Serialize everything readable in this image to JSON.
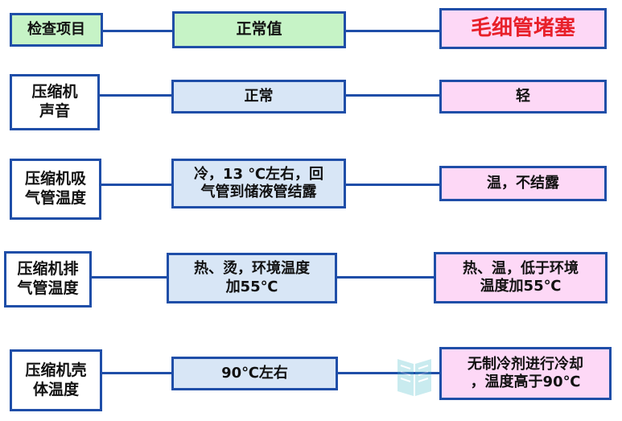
{
  "header": {
    "item": "检查项目",
    "normal": "正常值",
    "fault": "毛细管堵塞",
    "fault_color": "#e8202a"
  },
  "rows": [
    {
      "item": "压缩机\n声音",
      "normal": "正常",
      "fault": "轻"
    },
    {
      "item": "压缩机吸\n气管温度",
      "normal": "冷，13 ℃左右，回\n气管到储液管结露",
      "fault": "温，不结露"
    },
    {
      "item": "压缩机排\n气管温度",
      "normal": "热、烫，环境温度\n加55℃",
      "fault": "热、温，低于环境\n温度加55℃"
    },
    {
      "item": "压缩机壳\n体温度",
      "normal": "90℃左右",
      "fault": "无制冷剂进行冷却\n，温度高于90℃"
    }
  ],
  "colors": {
    "border": "#1f4ea8",
    "header_fill": "#c6f3c6",
    "normal_fill": "#d8e6f6",
    "fault_fill": "#fdd8f6"
  },
  "watermark": {
    "icon": "book-logo-icon"
  }
}
